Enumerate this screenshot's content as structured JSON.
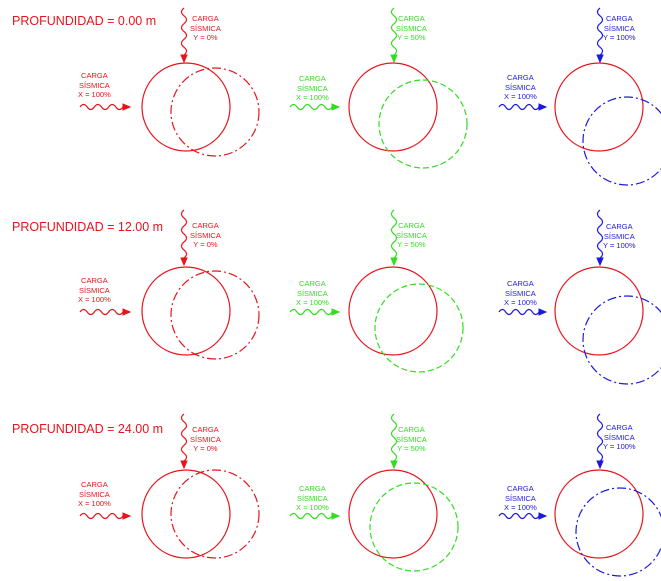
{
  "colors": {
    "base": "#e8141c",
    "ref_red": "#e8141c",
    "green": "#33dd22",
    "blue": "#1b1bdd"
  },
  "rows": [
    {
      "depth_label": "PROFUNDIDAD = 0.00 m"
    },
    {
      "depth_label": "PROFUNDIDAD = 12.00 m"
    },
    {
      "depth_label": "PROFUNDIDAD = 24.00 m"
    }
  ],
  "columns": [
    {
      "color_key": "ref_red",
      "dash": "dashdot",
      "load_y": {
        "line1": "CARGA",
        "line2": "SÍSMICA",
        "line3": "Y = 0%"
      },
      "load_x": {
        "line1": "CARGA",
        "line2": "SÍSMICA",
        "line3": "X = 100%"
      }
    },
    {
      "color_key": "green",
      "dash": "dashed",
      "load_y": {
        "line1": "CARGA",
        "line2": "SÍSMICA",
        "line3": "Y = 50%"
      },
      "load_x": {
        "line1": "CARGA",
        "line2": "SÍSMICA",
        "line3": "X = 100%"
      }
    },
    {
      "color_key": "blue",
      "dash": "dashdot",
      "load_y": {
        "line1": "CARGA",
        "line2": "SÍSMICA",
        "line3": "Y = 100%"
      },
      "load_x": {
        "line1": "CARGA",
        "line2": "SÍSMICA",
        "line3": "X = 100%"
      }
    }
  ]
}
